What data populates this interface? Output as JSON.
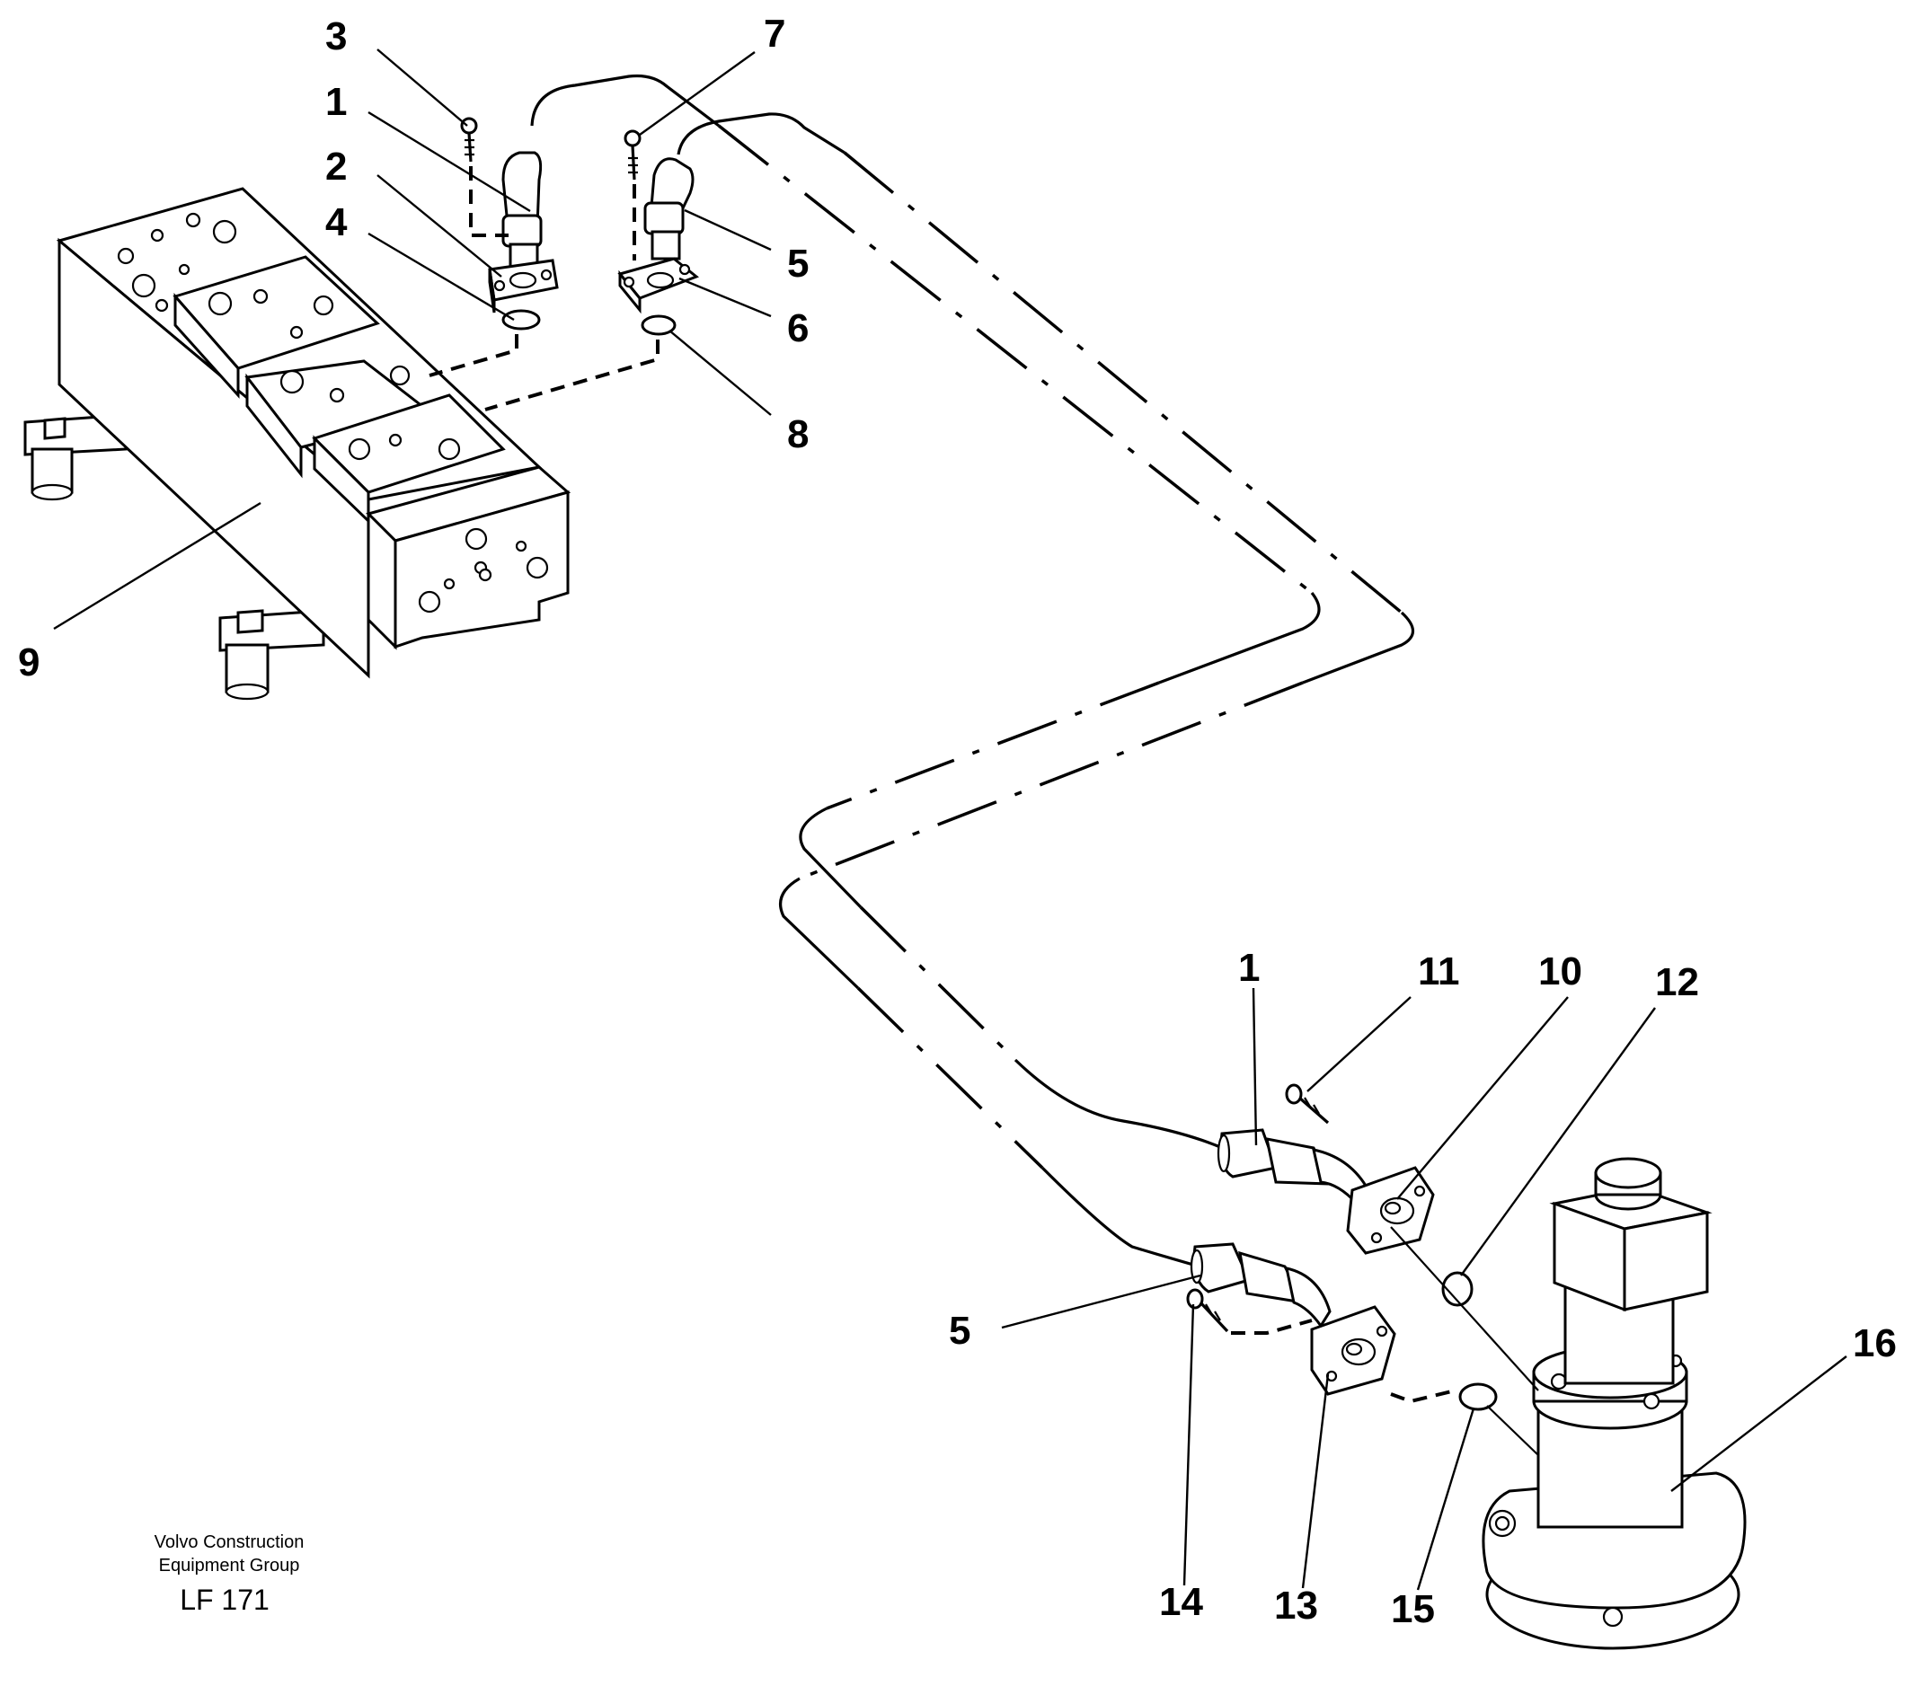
{
  "callouts": {
    "c1_top": "1",
    "c2": "2",
    "c3": "3",
    "c4": "4",
    "c5_top": "5",
    "c6": "6",
    "c7": "7",
    "c8": "8",
    "c9": "9",
    "c1_bottom": "1",
    "c11": "11",
    "c10": "10",
    "c12": "12",
    "c5_bottom": "5",
    "c16": "16",
    "c14": "14",
    "c13": "13",
    "c15": "15"
  },
  "caption": {
    "line1": "Volvo Construction",
    "line2": "Equipment Group",
    "code": "LF 171"
  }
}
